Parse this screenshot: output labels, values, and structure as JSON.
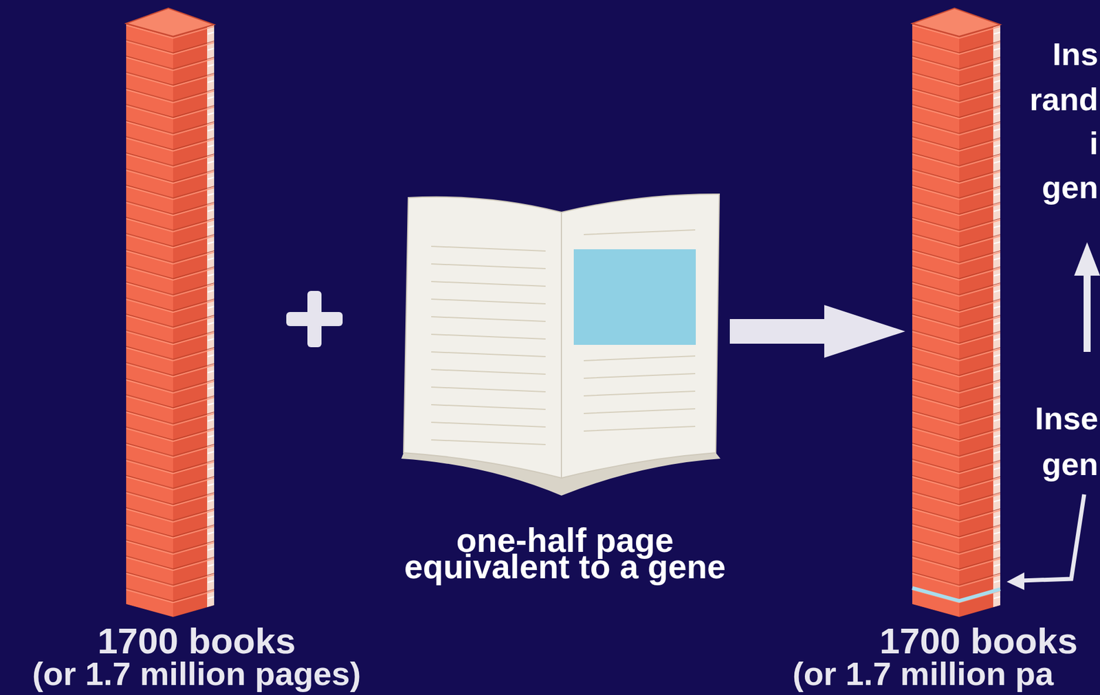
{
  "diagram": {
    "nodes": [
      {
        "text": [
          "1700 books",
          "(or 1.7 million pages)"
        ]
      },
      {
        "text": [
          "one-half page",
          "equivalent to a gene"
        ]
      },
      {
        "text": [
          "1700 books",
          "(or 1.7 million pa"
        ]
      }
    ],
    "edges": [
      {
        "from": 1,
        "to": 2,
        "arrow": "to"
      }
    ],
    "labels": [
      "Ins",
      "rand",
      "i",
      "gen",
      "Inse",
      "gen"
    ]
  }
}
